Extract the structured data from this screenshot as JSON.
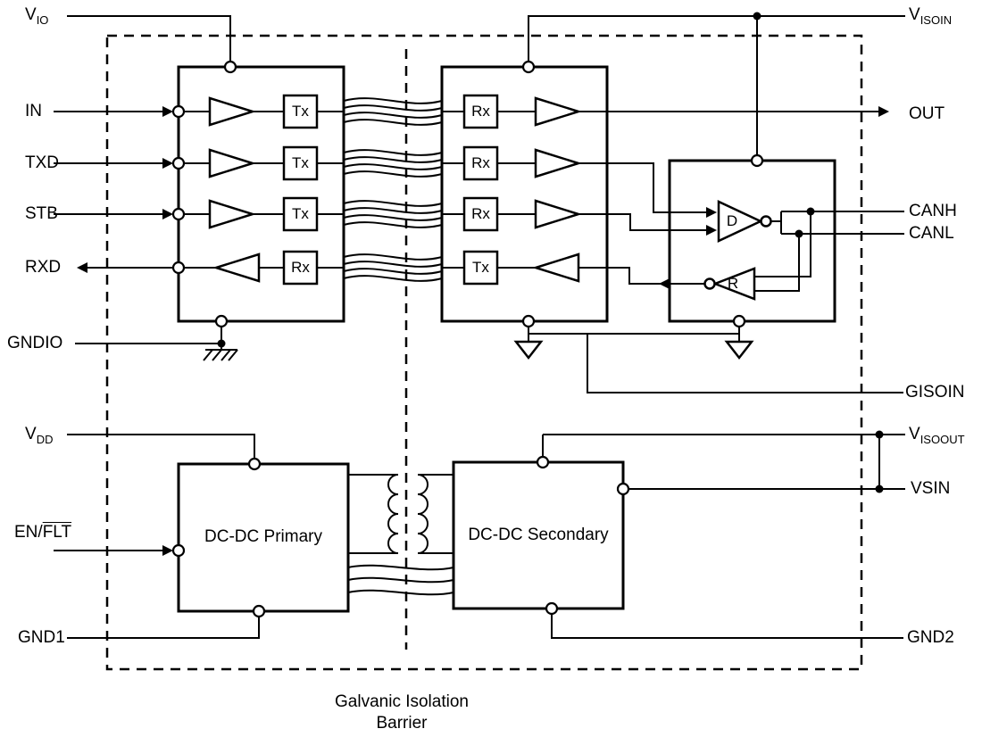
{
  "pins": {
    "vio": {
      "main": "V",
      "sub": "IO"
    },
    "in": {
      "main": "IN"
    },
    "txd": {
      "main": "TXD"
    },
    "stb": {
      "main": "STB"
    },
    "rxd": {
      "main": "RXD"
    },
    "gndio": {
      "main": "GNDIO"
    },
    "vdd": {
      "main": "V",
      "sub": "DD"
    },
    "enflt": {
      "main": "EN/",
      "overline": "FLT"
    },
    "gnd1": {
      "main": "GND1"
    },
    "visoin": {
      "main": "V",
      "sub": "ISOIN"
    },
    "out": {
      "main": "OUT"
    },
    "canh": {
      "main": "CANH"
    },
    "canl": {
      "main": "CANL"
    },
    "gisoin": {
      "main": "GISOIN"
    },
    "visoout": {
      "main": "V",
      "sub": "ISOOUT"
    },
    "vsin": {
      "main": "VSIN"
    },
    "gnd2": {
      "main": "GND2"
    }
  },
  "blocks": {
    "dcdc_primary": "DC-DC Primary",
    "dcdc_secondary": "DC-DC Secondary"
  },
  "cells": {
    "tx": "Tx",
    "rx": "Rx"
  },
  "can": {
    "driver": "D",
    "receiver": "R"
  },
  "caption": {
    "line1": "Galvanic Isolation",
    "line2": "Barrier"
  },
  "colors": {
    "line": "#000000",
    "background": "#ffffff"
  }
}
